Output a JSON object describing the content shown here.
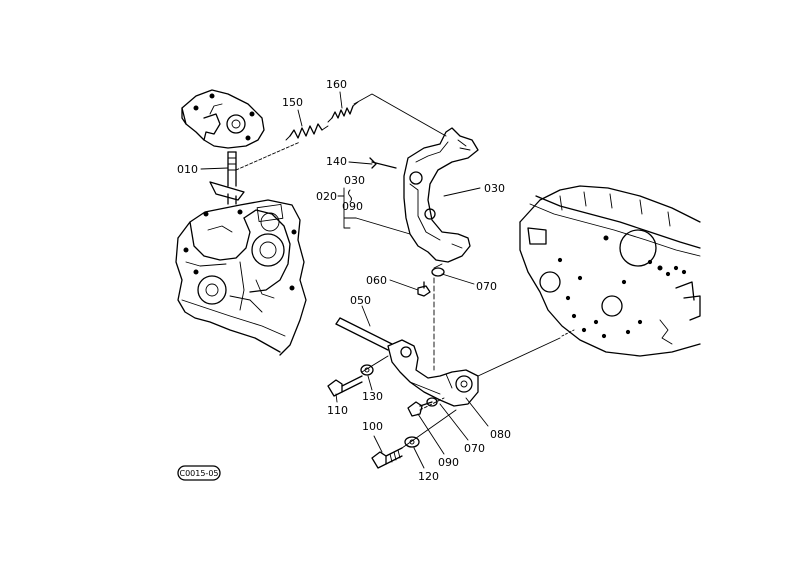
{
  "labels": {
    "p010": "010",
    "p020": "020",
    "p030a": "030",
    "p030b": "030",
    "p050": "050",
    "p060": "060",
    "p070a": "070",
    "p070b": "070",
    "p080": "080",
    "p090a": "090",
    "p090b": "090",
    "p100": "100",
    "p110": "110",
    "p120": "120",
    "p130": "130",
    "p140": "140",
    "p150": "150",
    "p160": "160"
  },
  "diagram_code": "C0015-05"
}
